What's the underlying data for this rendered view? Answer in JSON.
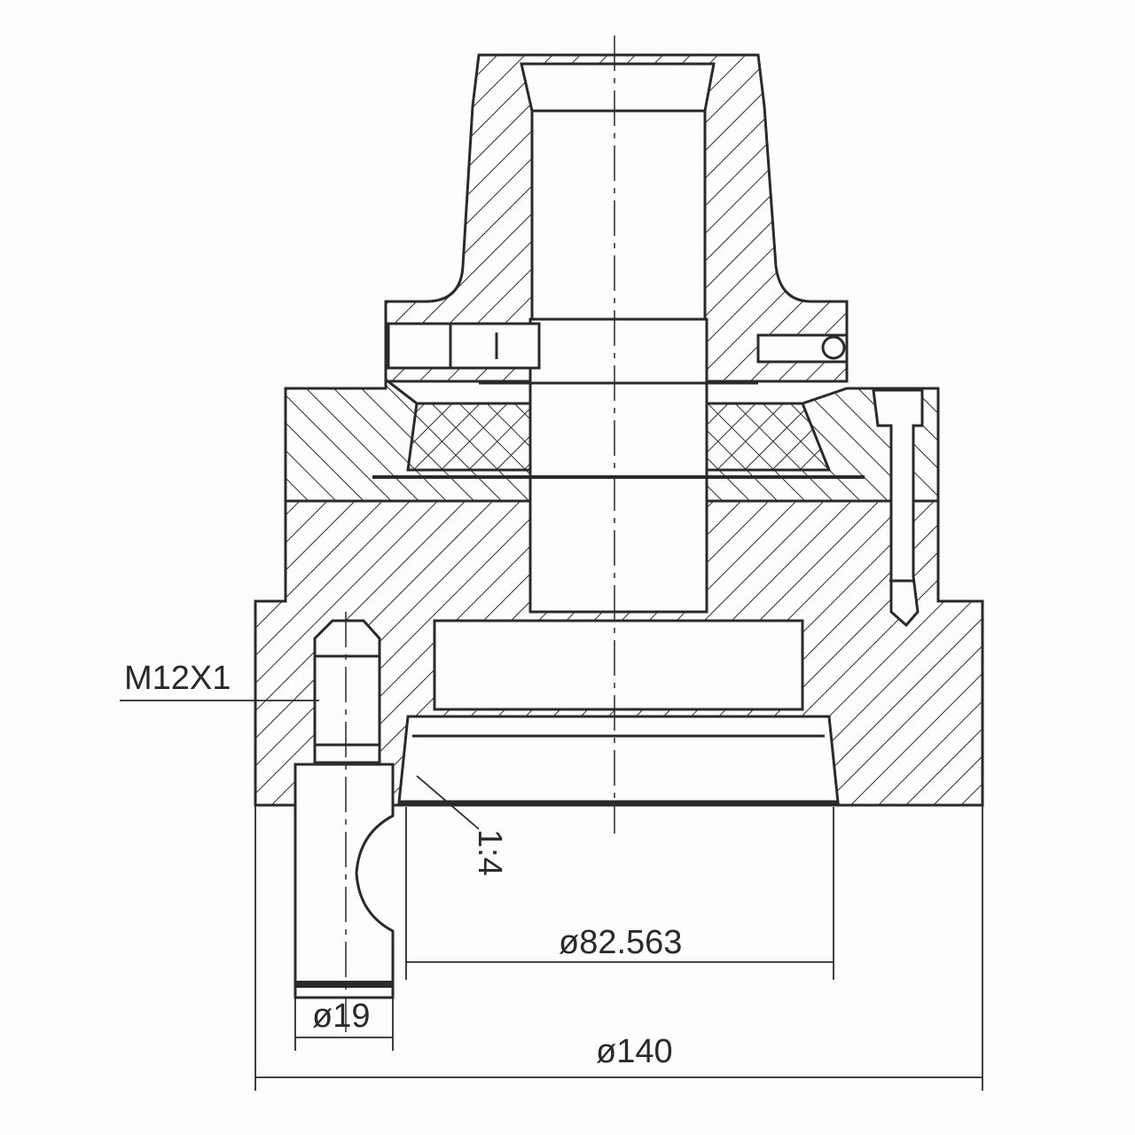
{
  "drawing": {
    "thread_label": "M12X1",
    "taper_label": "1:4",
    "bore_diameter_label": "ø82.563",
    "pin_diameter_label": "ø19",
    "outer_diameter_label": "ø140"
  },
  "colors": {
    "line": "#2a2a2a",
    "paper": "#fdfdfb"
  }
}
